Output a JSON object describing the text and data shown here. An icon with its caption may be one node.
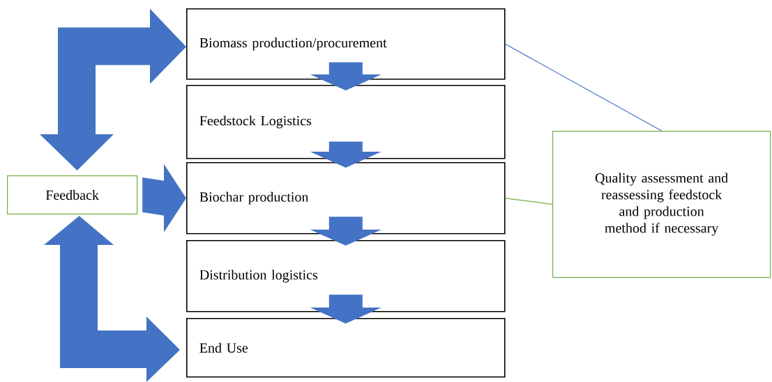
{
  "diagram": {
    "nodes": [
      {
        "text": [
          "Biomass production/procurement"
        ]
      },
      {
        "text": [
          "Feedstock Logistics"
        ]
      },
      {
        "text": [
          "Biochar production"
        ]
      },
      {
        "text": [
          "Distribution logistics"
        ]
      },
      {
        "text": [
          "End Use"
        ]
      },
      {
        "text": [
          "Feedback"
        ]
      },
      {
        "text": [
          "Quality assessment and reassessing feedstock and production method if necessary"
        ]
      }
    ],
    "edges": [
      {
        "from": 0,
        "to": 1,
        "arrow": "to",
        "style": "thick"
      },
      {
        "from": 1,
        "to": 2,
        "arrow": "to",
        "style": "thick"
      },
      {
        "from": 2,
        "to": 3,
        "arrow": "to",
        "style": "thick"
      },
      {
        "from": 3,
        "to": 4,
        "arrow": "to",
        "style": "thick"
      },
      {
        "from": 5,
        "to": 0,
        "arrow": "both",
        "style": "thick"
      },
      {
        "from": 5,
        "to": 2,
        "arrow": "to",
        "style": "thick"
      },
      {
        "from": 5,
        "to": 4,
        "arrow": "both",
        "style": "thick"
      },
      {
        "from": 0,
        "to": 6,
        "arrow": "none",
        "color": "#4472c4"
      },
      {
        "from": 2,
        "to": 6,
        "arrow": "none",
        "color": "#70ad47"
      }
    ]
  }
}
